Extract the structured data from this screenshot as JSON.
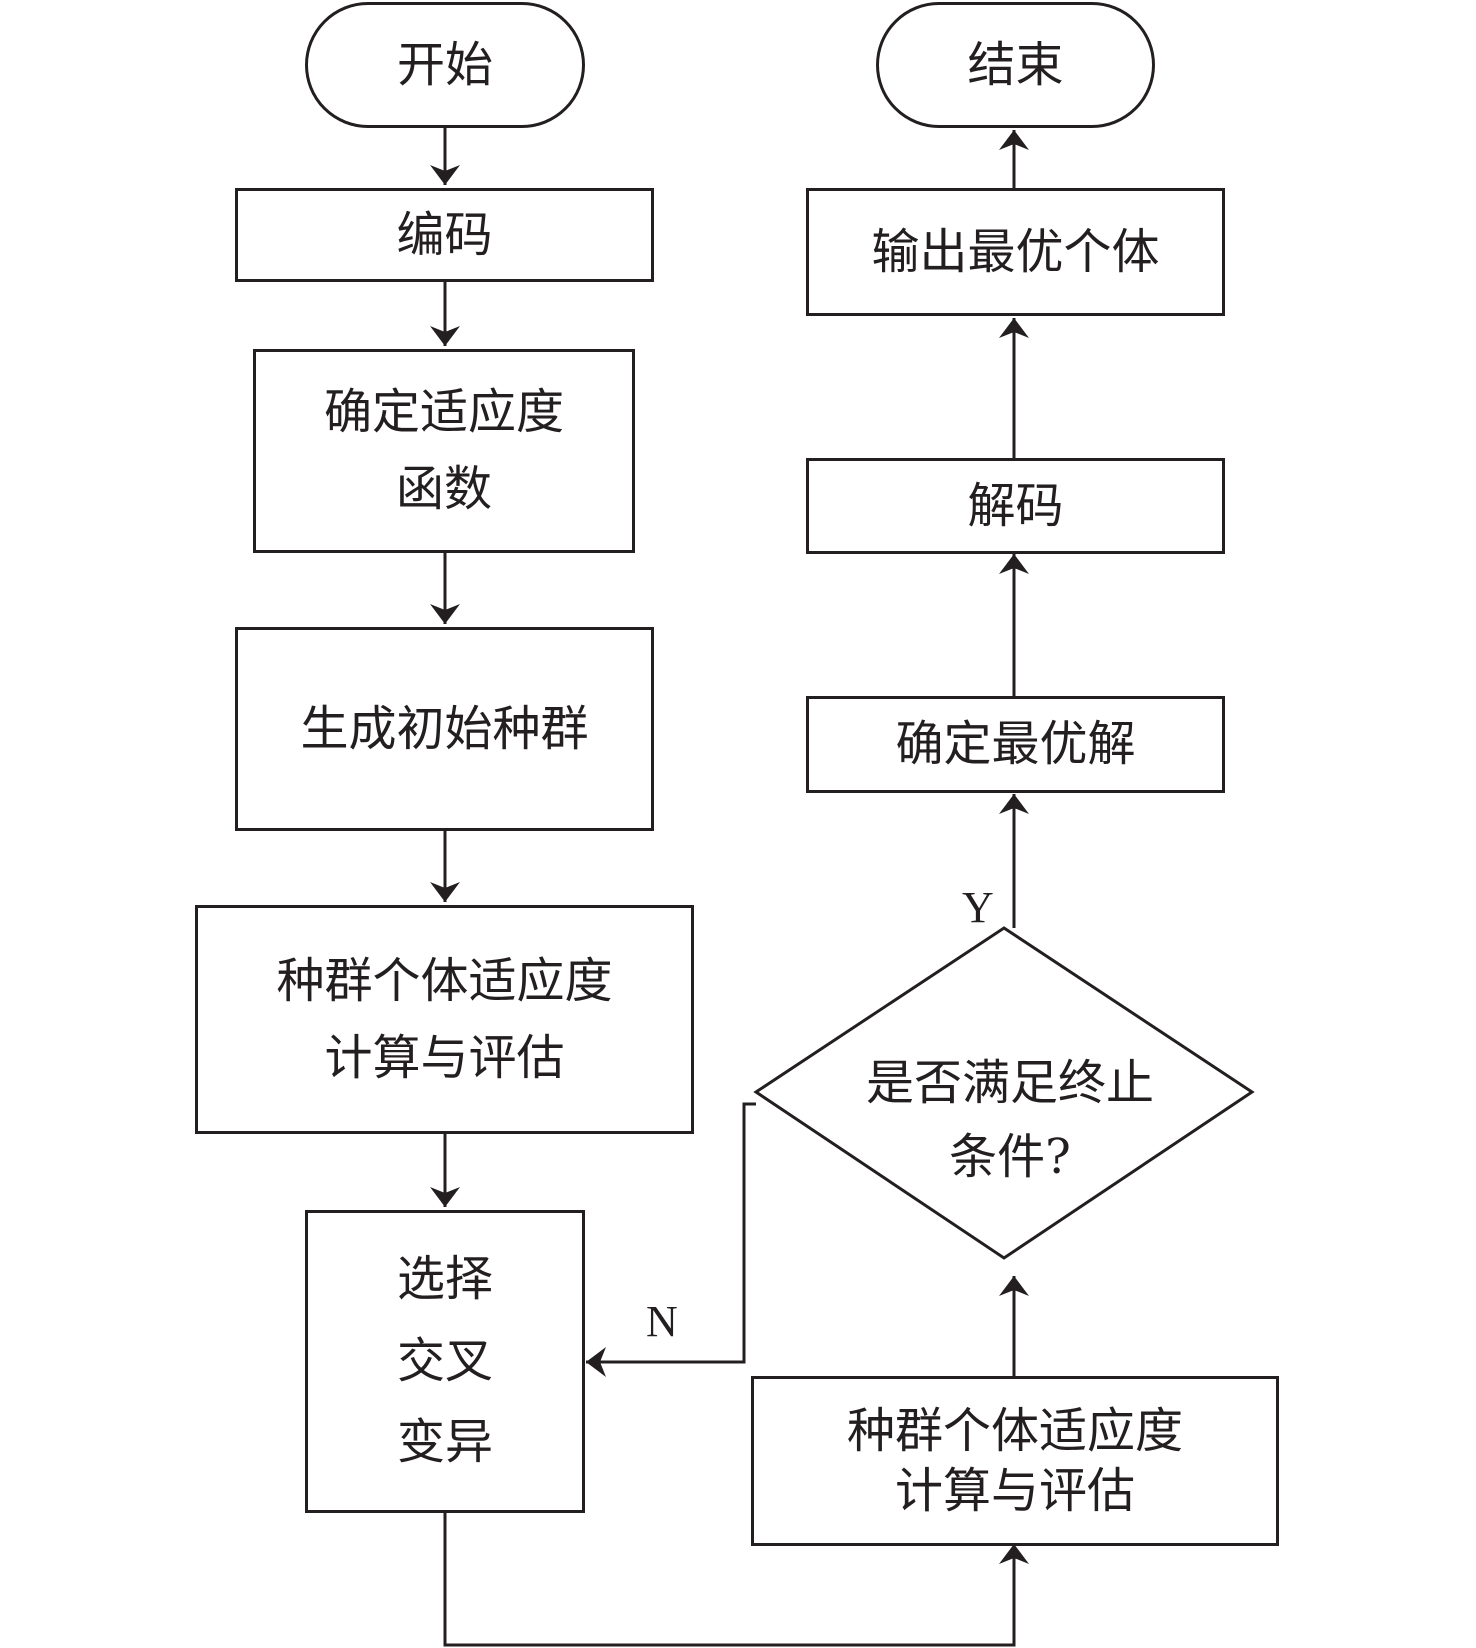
{
  "left_column": {
    "start": "开始",
    "encode": "编码",
    "fitness_fn": [
      "确定适应度",
      "函数"
    ],
    "init_pop": "生成初始种群",
    "eval1": [
      "种群个体适应度",
      "计算与评估"
    ],
    "ops": [
      "选择",
      "交叉",
      "变异"
    ]
  },
  "right_column": {
    "eval2": [
      "种群个体适应度",
      "计算与评估"
    ],
    "decision": [
      "是否满足终止",
      "条件?"
    ],
    "best_solution": "确定最优解",
    "decode": "解码",
    "output": "输出最优个体",
    "end": "结束"
  },
  "edge_labels": {
    "yes": "Y",
    "no": "N"
  },
  "colors": {
    "stroke": "#231f20",
    "background": "#ffffff"
  }
}
